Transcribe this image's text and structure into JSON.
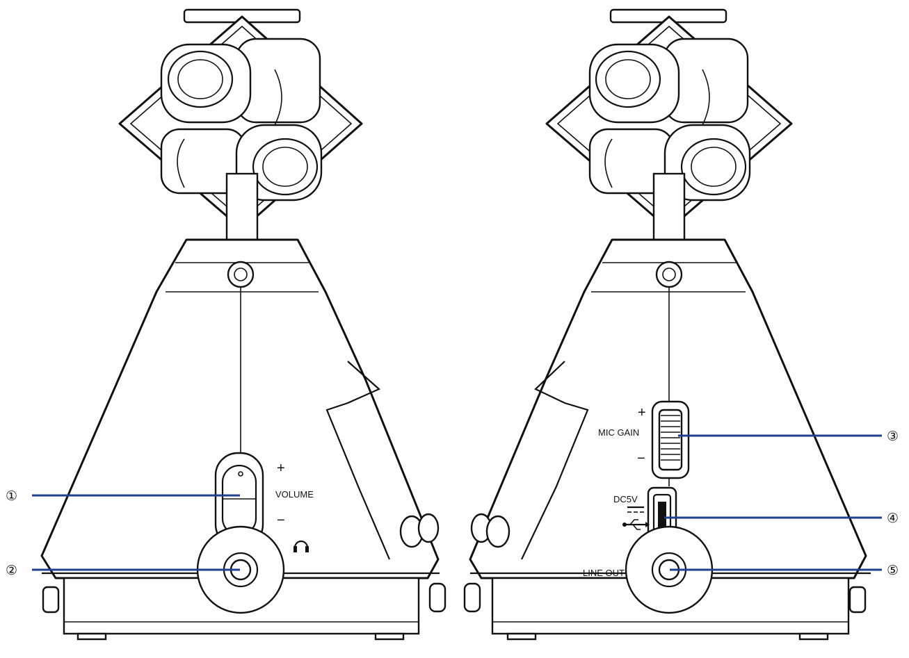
{
  "left_view": {
    "volume_label": "VOLUME",
    "plus_sign": "+",
    "minus_sign": "−",
    "callouts": [
      {
        "num": "①"
      },
      {
        "num": "②"
      }
    ]
  },
  "right_view": {
    "mic_gain_label": "MIC GAIN",
    "plus_sign": "+",
    "minus_sign": "−",
    "dc_label": "DC5V",
    "line_out_label": "LINE OUT",
    "callouts": [
      {
        "num": "③"
      },
      {
        "num": "④"
      },
      {
        "num": "⑤"
      }
    ]
  },
  "colors": {
    "leader_line": "#1f3f8f",
    "outline": "#111111",
    "background": "#ffffff"
  },
  "icons": [
    "headphone-icon",
    "usb-icon",
    "dc-symbol-icon"
  ]
}
